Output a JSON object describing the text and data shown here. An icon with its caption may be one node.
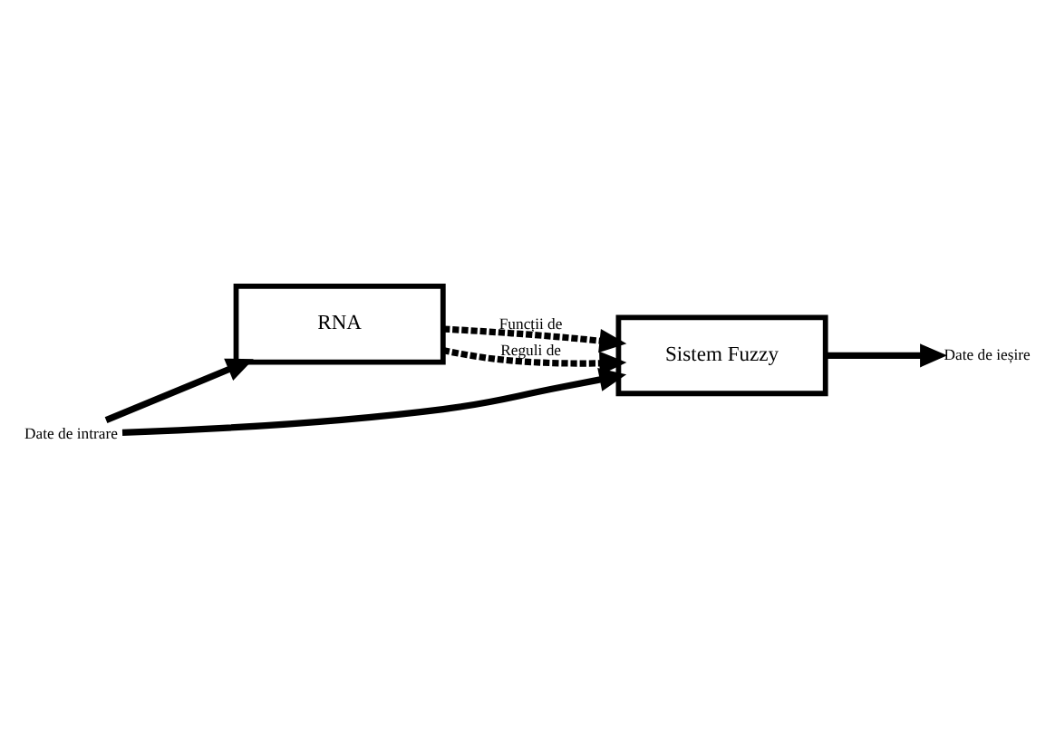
{
  "diagram": {
    "nodes": [
      {
        "text": [
          "RNA"
        ]
      },
      {
        "text": [
          "Date de intrare"
        ]
      },
      {
        "text": [
          "Sistem Fuzzy"
        ]
      },
      {
        "text": [
          "Date de ieșire"
        ]
      }
    ],
    "edges": [
      {
        "from": 1,
        "to": 0,
        "arrow": "to"
      },
      {
        "from": 1,
        "to": 2,
        "arrow": "to"
      },
      {
        "from": 0,
        "to": 2,
        "arrow": "to",
        "style": "dashed",
        "label": "Funcții de"
      },
      {
        "from": 0,
        "to": 2,
        "arrow": "to",
        "style": "dashed",
        "label": "Reguli de"
      },
      {
        "from": 2,
        "to": 3,
        "arrow": "to"
      }
    ]
  }
}
